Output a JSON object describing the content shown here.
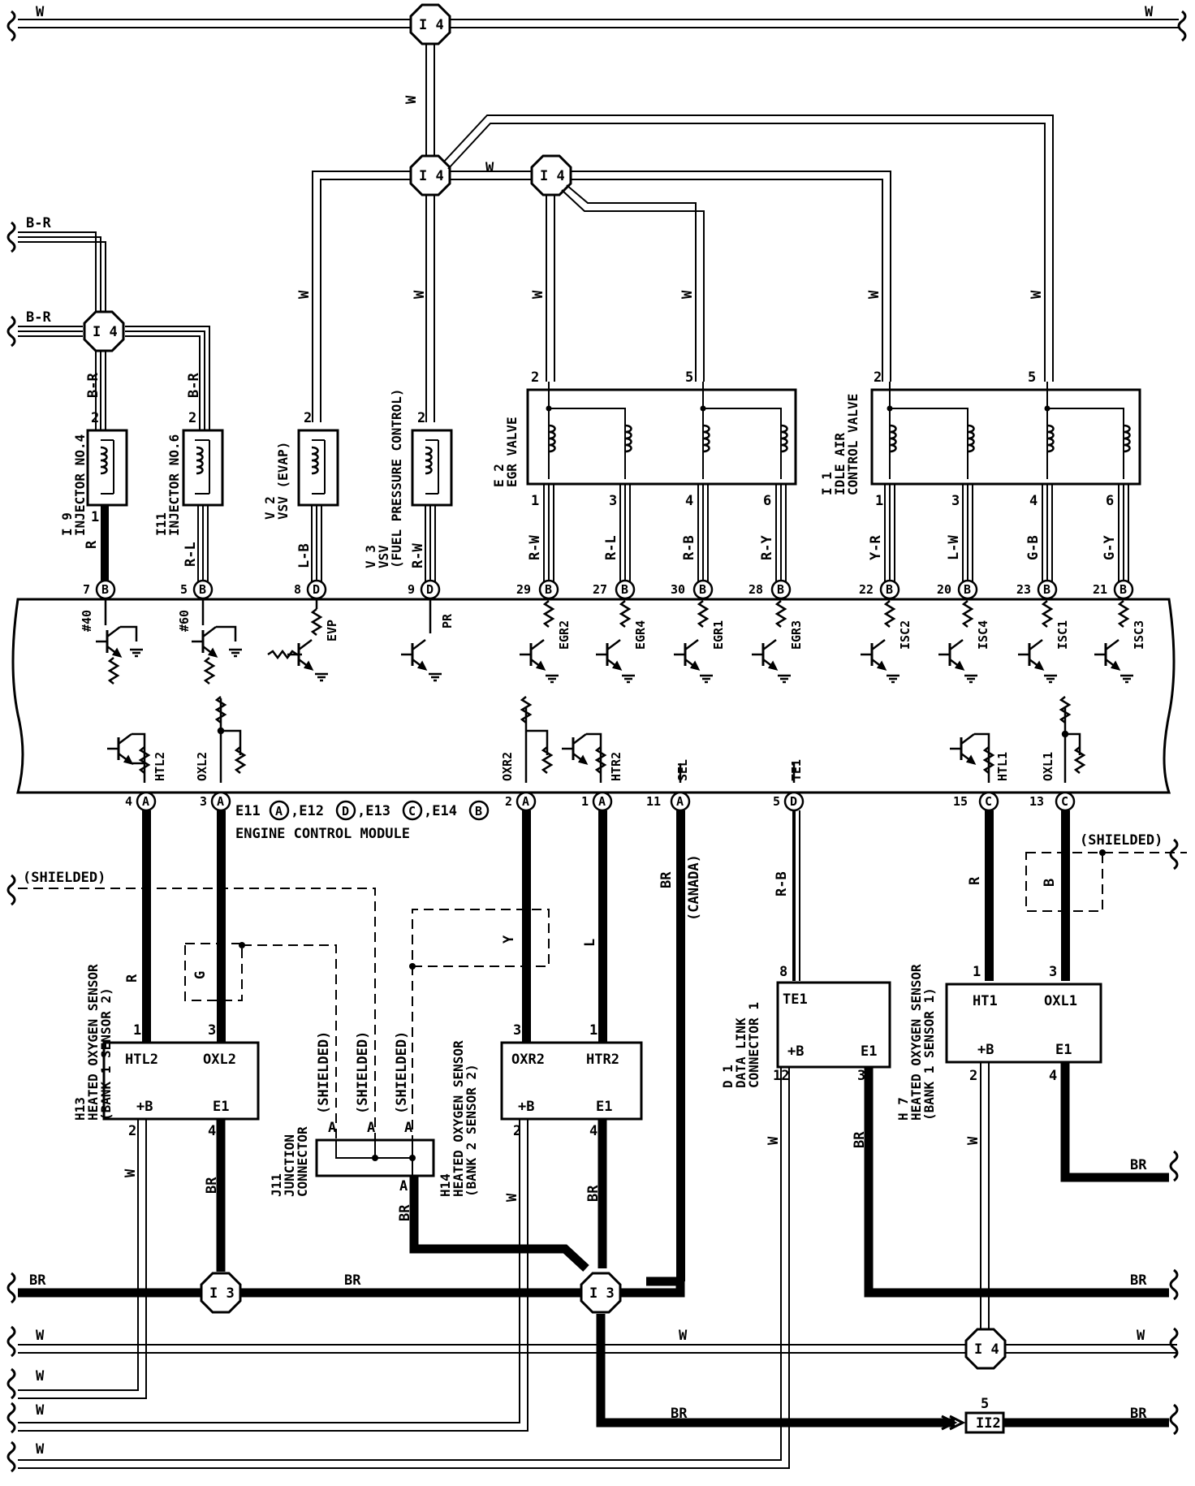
{
  "splices": {
    "i4": "I 4",
    "i3": "I 3",
    "ii2": "II2",
    "ii2_pin": "5"
  },
  "wires": {
    "w": "W",
    "br": "BR",
    "b_r": "B-R",
    "r": "R",
    "r_l": "R-L",
    "l_b": "L-B",
    "r_w": "R-W",
    "r_l2": "R-L",
    "r_b": "R-B",
    "r_y": "R-Y",
    "y_r": "Y-R",
    "l_w": "L-W",
    "g_b": "G-B",
    "g_y": "G-Y",
    "g": "G",
    "y": "Y",
    "l": "L",
    "b": "B"
  },
  "shielded": "(SHIELDED)",
  "canada": "(CANADA)",
  "components": {
    "i9": {
      "id": "I 9",
      "name": "INJECTOR NO.4"
    },
    "i11": {
      "id": "I11",
      "name": "INJECTOR NO.6"
    },
    "v2": {
      "id": "V 2",
      "name": "VSV (EVAP)"
    },
    "v3": {
      "id": "V 3",
      "name": "VSV",
      "name2": "(FUEL PRESSURE CONTROL)"
    },
    "e2": {
      "id": "E 2",
      "name": "EGR VALVE"
    },
    "i1": {
      "id": "I 1",
      "name": "IDLE AIR",
      "name2": "CONTROL VALVE"
    },
    "h13": {
      "id": "H13",
      "name": "HEATED OXYGEN SENSOR",
      "name2": "(BANK 1 SENSOR 2)",
      "p1": "HTL2",
      "p2": "OXL2",
      "p3": "+B",
      "p4": "E1"
    },
    "h14": {
      "id": "H14",
      "name": "HEATED OXYGEN SENSOR",
      "name2": "(BANK 2 SENSOR 2)",
      "p1": "OXR2",
      "p2": "HTR2",
      "p3": "+B",
      "p4": "E1"
    },
    "j11": {
      "id": "J11",
      "name": "JUNCTION",
      "name2": "CONNECTOR"
    },
    "d1": {
      "id": "D 1",
      "name": "DATA LINK",
      "name2": "CONNECTOR 1",
      "p1": "TE1",
      "p2": "+B",
      "p3": "E1"
    },
    "h7": {
      "id": "H 7",
      "name": "HEATED OXYGEN SENSOR",
      "name2": "(BANK 1 SENSOR 1)",
      "p1": "HT1",
      "p2": "OXL1",
      "p3": "+B",
      "p4": "E1"
    }
  },
  "ecm": {
    "title": "ENGINE CONTROL MODULE",
    "connectors": "E11",
    "c_a": "A",
    "c_b": "B",
    "c_c": "C",
    "c_d": "D",
    "sep1": ",E12",
    "sep2": ",E13",
    "sep3": ",E14",
    "top_pins": [
      {
        "num": "7",
        "conn": "B",
        "sig": "#40"
      },
      {
        "num": "5",
        "conn": "B",
        "sig": "#60"
      },
      {
        "num": "8",
        "conn": "D",
        "sig": "EVP"
      },
      {
        "num": "9",
        "conn": "D",
        "sig": "PR"
      },
      {
        "num": "29",
        "conn": "B",
        "sig": "EGR2"
      },
      {
        "num": "27",
        "conn": "B",
        "sig": "EGR4"
      },
      {
        "num": "30",
        "conn": "B",
        "sig": "EGR1"
      },
      {
        "num": "28",
        "conn": "B",
        "sig": "EGR3"
      },
      {
        "num": "22",
        "conn": "B",
        "sig": "ISC2"
      },
      {
        "num": "20",
        "conn": "B",
        "sig": "ISC4"
      },
      {
        "num": "23",
        "conn": "B",
        "sig": "ISC1"
      },
      {
        "num": "21",
        "conn": "B",
        "sig": "ISC3"
      }
    ],
    "bottom_pins": [
      {
        "num": "4",
        "conn": "A",
        "sig": "HTL2"
      },
      {
        "num": "3",
        "conn": "A",
        "sig": "OXL2"
      },
      {
        "num": "2",
        "conn": "A",
        "sig": "OXR2"
      },
      {
        "num": "1",
        "conn": "A",
        "sig": "HTR2"
      },
      {
        "num": "11",
        "conn": "A",
        "sig": "SEL"
      },
      {
        "num": "5",
        "conn": "D",
        "sig": "TE1"
      },
      {
        "num": "15",
        "conn": "C",
        "sig": "HTL1"
      },
      {
        "num": "13",
        "conn": "C",
        "sig": "OXL1"
      }
    ]
  },
  "pins": {
    "p1": "1",
    "p2": "2",
    "p3": "3",
    "p4": "4",
    "p5": "5",
    "p6": "6",
    "p8": "8",
    "p12": "12",
    "pa": "A"
  }
}
